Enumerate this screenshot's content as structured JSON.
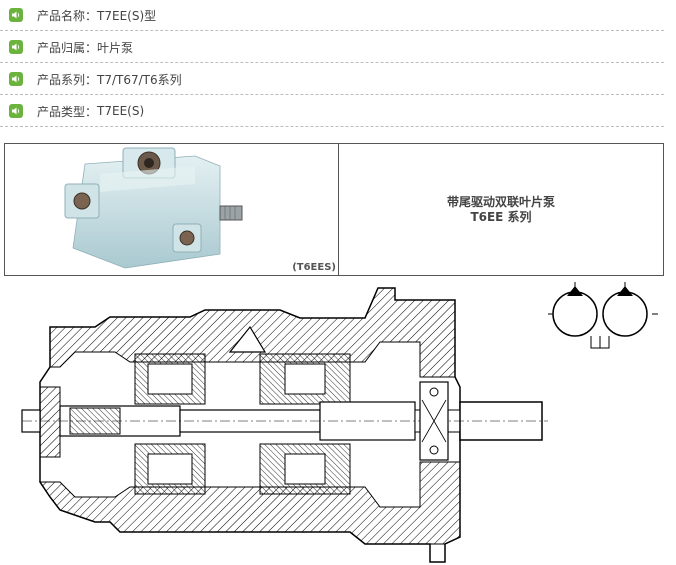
{
  "info": {
    "rows": [
      {
        "label": "产品名称：",
        "value": "T7EE(S)型"
      },
      {
        "label": "产品归属：",
        "value": "叶片泵"
      },
      {
        "label": "产品系列：",
        "value": "T7/T67/T6系列"
      },
      {
        "label": "产品类型：",
        "value": "T7EE(S)"
      }
    ]
  },
  "product": {
    "model_tag": "(T6EES)",
    "title_line1": "带尾驱动双联叶片泵",
    "title_line2": "T6EE 系列"
  },
  "colors": {
    "bullet": "#6cb33e",
    "pump_body": "#cfe4e8",
    "border": "#555555"
  },
  "icons": {
    "bullet": "speaker-icon"
  }
}
